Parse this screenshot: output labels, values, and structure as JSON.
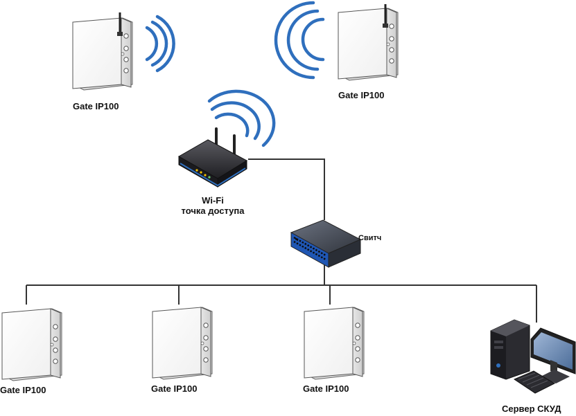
{
  "labels": {
    "gate_top_left": "Gate IP100",
    "gate_top_right": "Gate IP100",
    "wifi_line1": "Wi-Fi",
    "wifi_line2": "точка доступа",
    "switch": "Свитч",
    "gate_bottom_1": "Gate IP100",
    "gate_bottom_2": "Gate IP100",
    "gate_bottom_3": "Gate IP100",
    "server": "Сервер СКУД"
  },
  "colors": {
    "wireless": "#2f6fbd",
    "wire": "#333333",
    "device_face": "#fbfbfb",
    "device_outline": "#555555",
    "router_body": "#2a2a2e",
    "router_accent": "#2f6fbd",
    "switch_body": "#3a3f4a",
    "switch_band": "#1f56b3",
    "server_body": "#2b2b30",
    "monitor_screen": "#5f7ea8"
  },
  "icons": {
    "controller": "access-controller-icon",
    "antenna": "antenna-icon",
    "wifi_waves": "wifi-signal-icon",
    "router": "wifi-router-icon",
    "switch": "network-switch-icon",
    "server": "server-computer-icon"
  }
}
